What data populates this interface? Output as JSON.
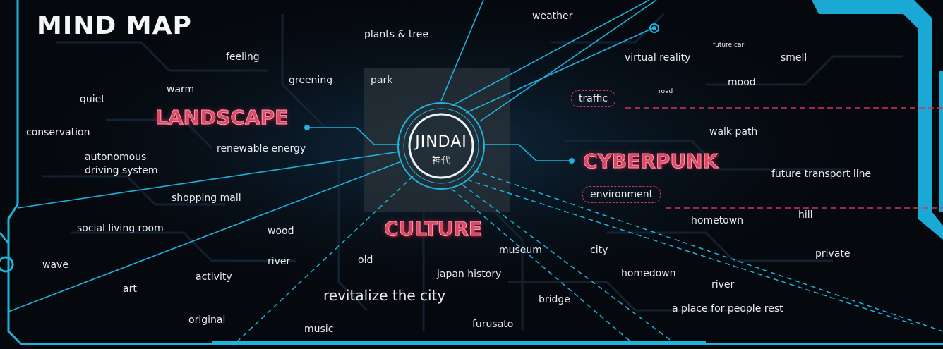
{
  "title": "MIND MAP",
  "center": {
    "name": "JINDAI",
    "sub": "神代"
  },
  "categories": {
    "landscape": "LANDSCAPE",
    "cyberpunk": "CYBERPUNK",
    "culture": "CULTURE"
  },
  "words": {
    "plants_tree": "plants & tree",
    "weather": "weather",
    "feeling": "feeling",
    "greening": "greening",
    "park": "park",
    "warm": "warm",
    "quiet": "quiet",
    "conservation": "conservation",
    "renewable_energy": "renewable energy",
    "autonomous": "autonomous",
    "driving_system": "driving system",
    "shopping_mall": "shopping mall",
    "social_living_room": "social living room",
    "wood": "wood",
    "wave": "wave",
    "river_left": "river",
    "old": "old",
    "activity": "activity",
    "art": "art",
    "revitalize": "revitalize the city",
    "original": "original",
    "music": "music",
    "furusato": "furusato",
    "japan_history": "japan history",
    "museum": "museum",
    "bridge": "bridge",
    "city": "city",
    "homedown": "homedown",
    "river_right": "river",
    "place_rest": "a place for people rest",
    "private": "private",
    "hill": "hill",
    "hometown": "hometown",
    "future_transport": "future transport line",
    "walk_path": "walk path",
    "mood": "mood",
    "road": "road",
    "smell": "smell",
    "future_car": "future car",
    "virtual_reality": "virtual reality",
    "traffic": "traffic",
    "environment": "environment"
  },
  "colors": {
    "accent_cyan": "#1fb3dc",
    "accent_red": "#d2345a",
    "background": "#05080d"
  }
}
